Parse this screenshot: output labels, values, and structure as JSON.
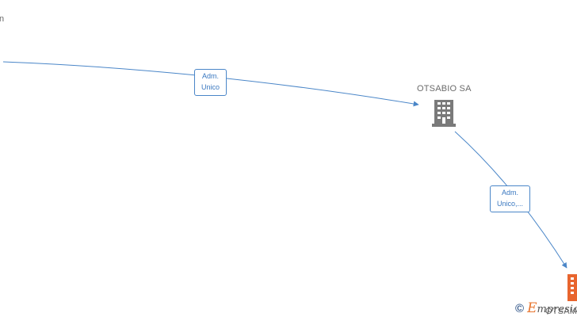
{
  "diagram": {
    "nodes": [
      {
        "id": "left-fragment",
        "label": "n",
        "icon": "none"
      },
      {
        "id": "otsabio",
        "label": "OTSABIO SA",
        "icon": "building-icon",
        "color": "#7a7a7a"
      },
      {
        "id": "otsam",
        "label": "OTSAM",
        "icon": "building-icon",
        "color": "#e8652e"
      }
    ],
    "edges": [
      {
        "from": "offscreen-left",
        "to": "otsabio",
        "label_line1": "Adm.",
        "label_line2": "Unico"
      },
      {
        "from": "otsabio",
        "to": "otsam",
        "label_line1": "Adm.",
        "label_line2": "Unico,..."
      }
    ],
    "colors": {
      "edge": "#4a86c8",
      "edge_label_text": "#3a78c0",
      "node_label": "#6b6b6b"
    }
  },
  "watermark": {
    "symbol": "©",
    "brand_initial": "E",
    "brand_rest": "mpresia"
  }
}
